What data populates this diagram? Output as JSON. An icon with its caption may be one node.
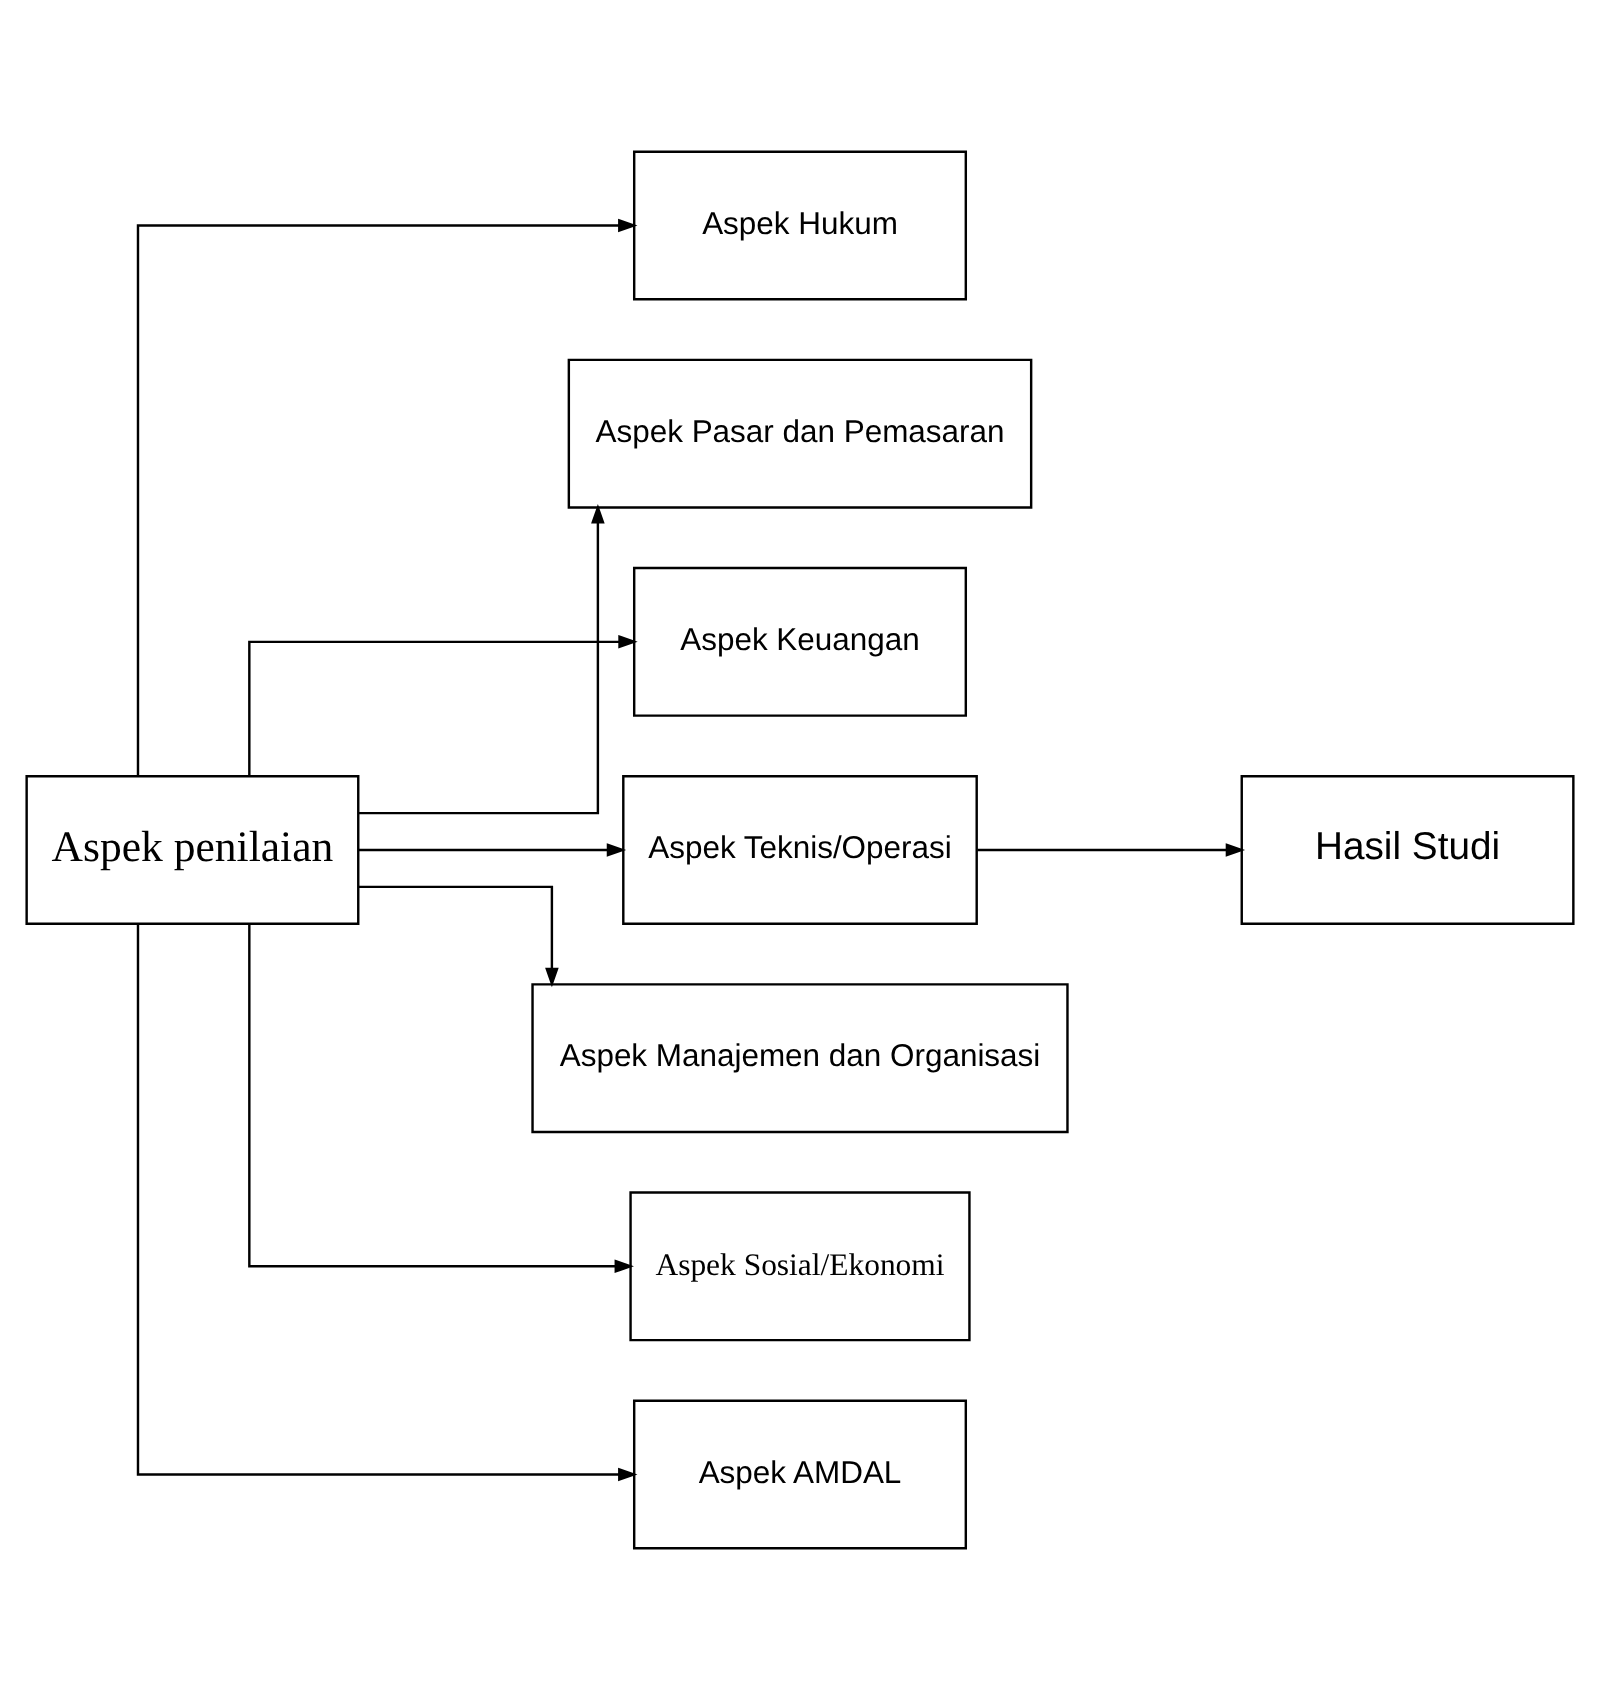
{
  "diagram": {
    "nodes": [
      {
        "text": [
          "Aspek penilaian"
        ]
      },
      {
        "text": [
          "Aspek Hukum"
        ]
      },
      {
        "text": [
          "Aspek Pasar dan Pemasaran"
        ]
      },
      {
        "text": [
          "Aspek Keuangan"
        ]
      },
      {
        "text": [
          "Aspek Teknis/Operasi"
        ]
      },
      {
        "text": [
          "Aspek Manajemen dan Organisasi"
        ]
      },
      {
        "text": [
          "Aspek Sosial/Ekonomi"
        ]
      },
      {
        "text": [
          "Aspek AMDAL"
        ]
      },
      {
        "text": [
          "Hasil Studi"
        ]
      }
    ],
    "edges": [
      {
        "from": 0,
        "to": 1,
        "arrow": "to"
      },
      {
        "from": 0,
        "to": 2,
        "arrow": "to"
      },
      {
        "from": 0,
        "to": 3,
        "arrow": "to"
      },
      {
        "from": 0,
        "to": 4,
        "arrow": "to"
      },
      {
        "from": 0,
        "to": 5,
        "arrow": "to"
      },
      {
        "from": 0,
        "to": 6,
        "arrow": "to"
      },
      {
        "from": 0,
        "to": 7,
        "arrow": "to"
      },
      {
        "from": 4,
        "to": 8,
        "arrow": "to"
      }
    ]
  }
}
